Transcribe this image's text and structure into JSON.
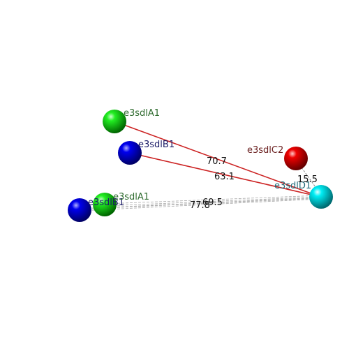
{
  "atoms": [
    {
      "label": "e3sdlA1",
      "color": "#00e000",
      "label_color": "#2e6b2e"
    },
    {
      "label": "e3sdlB1",
      "color": "#0000e6",
      "label_color": "#1a1a66"
    },
    {
      "label": "e3sdlC2",
      "color": "#e00000",
      "label_color": "#6b2020"
    },
    {
      "label": "e3sdlD1",
      "color": "#00e0e8",
      "label_color": "#1f6b7a"
    },
    {
      "label": "e3sdlA1",
      "color": "#00e000",
      "label_color": "#2e6b2e"
    },
    {
      "label": "e3sdlB1",
      "color": "#0000e6",
      "label_color": "#1a1a66"
    }
  ],
  "bonds": [
    {
      "value": "70.7",
      "color": "#cc2222",
      "style": "solid"
    },
    {
      "value": "63.1",
      "color": "#cc2222",
      "style": "solid"
    },
    {
      "value": "15.5",
      "color": "#888888",
      "style": "dashed"
    },
    {
      "value": "69.5",
      "color": "#aaaaaa",
      "style": "dashed"
    },
    {
      "value": "77.8",
      "color": "#aaaaaa",
      "style": "dashed"
    }
  ]
}
